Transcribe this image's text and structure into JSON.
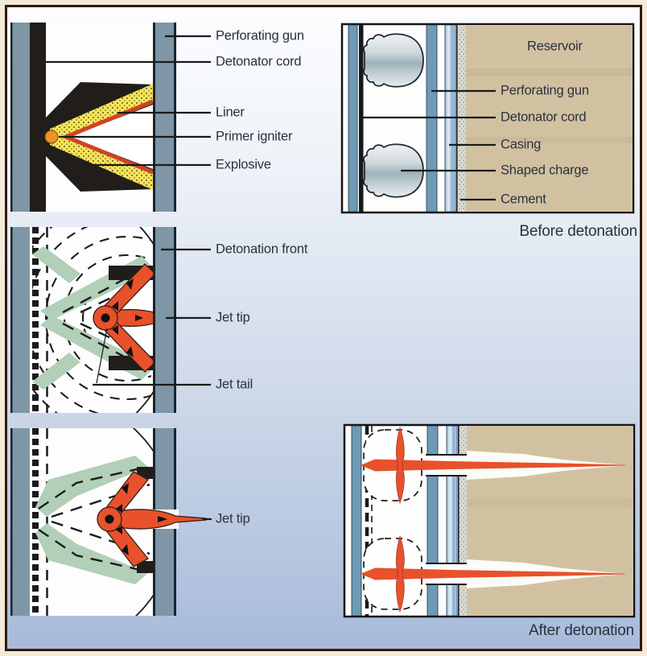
{
  "figure": {
    "subject": "Shaped-charge perforating sequence diagram"
  },
  "panels": {
    "charge_cross_section": {
      "labels": {
        "perforating_gun": "Perforating gun",
        "detonator_cord": "Detonator cord",
        "liner": "Liner",
        "primer_igniter": "Primer igniter",
        "explosive": "Explosive"
      }
    },
    "before_detonation": {
      "labels": {
        "reservoir": "Reservoir",
        "perforating_gun": "Perforating gun",
        "detonator_cord": "Detonator cord",
        "casing": "Casing",
        "shaped_charge": "Shaped charge",
        "cement": "Cement"
      },
      "caption": "Before detonation"
    },
    "detonation_progress": {
      "labels": {
        "detonation_front": "Detonation front",
        "jet_tip": "Jet tip",
        "jet_tail": "Jet tail"
      }
    },
    "jet_formation": {
      "labels": {
        "jet_tip": "Jet tip"
      }
    },
    "after_detonation": {
      "caption": "After detonation"
    }
  },
  "colors": {
    "outer_margin": "#f3ead8",
    "frame_border": "#33180f",
    "background_top": "#fcfdff",
    "background_bottom": "#a7bbda",
    "gun_wall_blue_gray": "#7e96a5",
    "steel_blue_stripe": "#6e9ab6",
    "black_case": "#211d1a",
    "explosive_yellow": "#f7e45c",
    "liner_red": "#cf4426",
    "primer_orange": "#ef9126",
    "jet_orange": "#e8512b",
    "collapse_green": "#b2cfb8",
    "reservoir_tan": "#d2c1a1",
    "casing_light_blue": "#9dbcdc",
    "label_text": "#2a313c"
  }
}
